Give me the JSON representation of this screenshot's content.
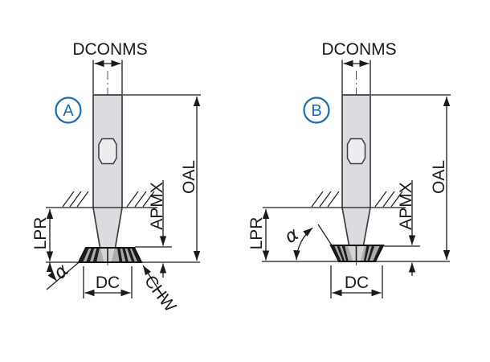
{
  "colors": {
    "accent": "#1769b4",
    "line": "#1a1a1a",
    "shank_fill": "#dcdce0",
    "head_fill": "#ababab",
    "head_teeth": "#1e1e1e"
  },
  "diagram_a": {
    "badge": "A",
    "dconms": "DCONMS",
    "oal": "OAL",
    "lpr": "LPR",
    "apmx": "APMX",
    "dc": "DC",
    "chw": "CHW",
    "alpha": "α"
  },
  "diagram_b": {
    "badge": "B",
    "dconms": "DCONMS",
    "oal": "OAL",
    "lpr": "LPR",
    "apmx": "APMX",
    "dc": "DC",
    "alpha": "α"
  }
}
